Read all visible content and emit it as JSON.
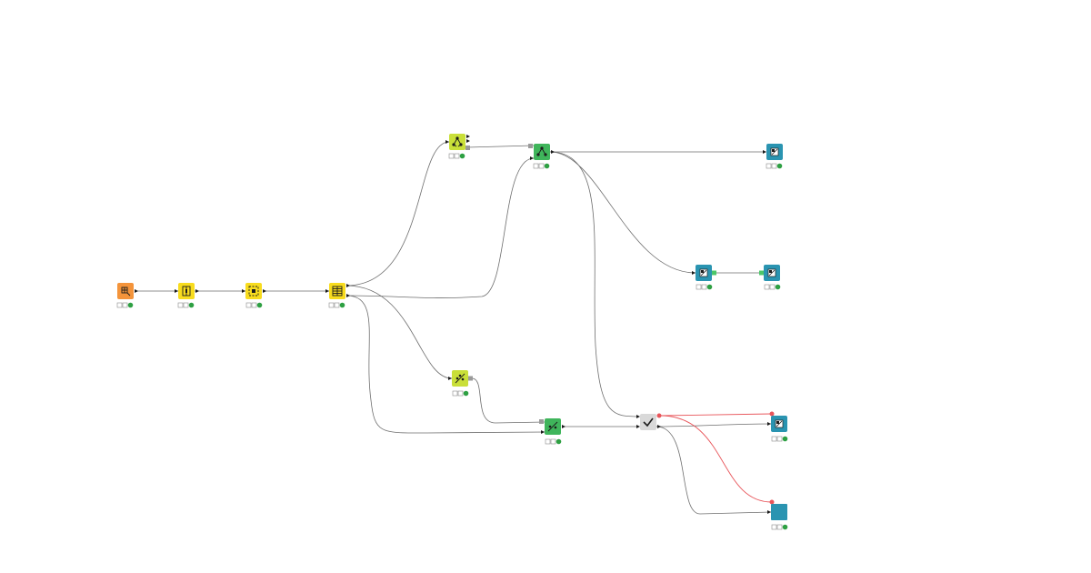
{
  "colors": {
    "reader": "#f4943b",
    "manipulator": "#f8dc1e",
    "learner": "#c9df39",
    "predictor": "#3fb55b",
    "scorer": "#d9d9d9",
    "visualizer": "#2a94b1",
    "connection": "#6e6e6e",
    "flow_variable": "#e8555a",
    "status_ok": "#2ea043"
  },
  "nodes": [
    {
      "id": "n1",
      "kind": "reader",
      "icon": "table-reader-icon",
      "status": "executed"
    },
    {
      "id": "n2",
      "kind": "manipulator",
      "icon": "column-filter-icon",
      "status": "executed"
    },
    {
      "id": "n3",
      "kind": "manipulator",
      "icon": "missing-value-icon",
      "status": "executed"
    },
    {
      "id": "n4",
      "kind": "manipulator",
      "icon": "partitioning-icon",
      "status": "executed"
    },
    {
      "id": "n5",
      "kind": "learner",
      "icon": "tree-learner-icon",
      "status": "executed"
    },
    {
      "id": "n6",
      "kind": "predictor",
      "icon": "tree-predictor-icon",
      "status": "executed"
    },
    {
      "id": "n7",
      "kind": "visualizer",
      "icon": "view-icon",
      "status": "executed"
    },
    {
      "id": "n8",
      "kind": "visualizer",
      "icon": "view-icon",
      "status": "executed"
    },
    {
      "id": "n9",
      "kind": "visualizer",
      "icon": "view-icon",
      "status": "executed"
    },
    {
      "id": "n10",
      "kind": "learner",
      "icon": "regression-learner-icon",
      "status": "executed"
    },
    {
      "id": "n11",
      "kind": "predictor",
      "icon": "regression-predictor-icon",
      "status": "executed"
    },
    {
      "id": "n12",
      "kind": "scorer",
      "icon": "scorer-checkmark-icon",
      "status": "executed"
    },
    {
      "id": "n13",
      "kind": "visualizer",
      "icon": "view-icon",
      "status": "executed"
    },
    {
      "id": "n14",
      "kind": "visualizer",
      "icon": "table-view-icon",
      "status": "executed"
    }
  ],
  "connections": [
    {
      "from": "n1",
      "to": "n2",
      "type": "data"
    },
    {
      "from": "n2",
      "to": "n3",
      "type": "data"
    },
    {
      "from": "n3",
      "to": "n4",
      "type": "data"
    },
    {
      "from": "n4",
      "to": "n5",
      "type": "data"
    },
    {
      "from": "n4",
      "to": "n6",
      "type": "data"
    },
    {
      "from": "n4",
      "to": "n10",
      "type": "data"
    },
    {
      "from": "n4",
      "to": "n11",
      "type": "data"
    },
    {
      "from": "n5",
      "to": "n6",
      "type": "model"
    },
    {
      "from": "n10",
      "to": "n11",
      "type": "model"
    },
    {
      "from": "n6",
      "to": "n7",
      "type": "data"
    },
    {
      "from": "n6",
      "to": "n8",
      "type": "data"
    },
    {
      "from": "n6",
      "to": "n12",
      "type": "data"
    },
    {
      "from": "n8",
      "to": "n9",
      "type": "view"
    },
    {
      "from": "n11",
      "to": "n12",
      "type": "data"
    },
    {
      "from": "n12",
      "to": "n13",
      "type": "data"
    },
    {
      "from": "n12",
      "to": "n14",
      "type": "data"
    },
    {
      "from": "n12",
      "to": "n13",
      "type": "flow_variable"
    },
    {
      "from": "n12",
      "to": "n14",
      "type": "flow_variable"
    }
  ]
}
